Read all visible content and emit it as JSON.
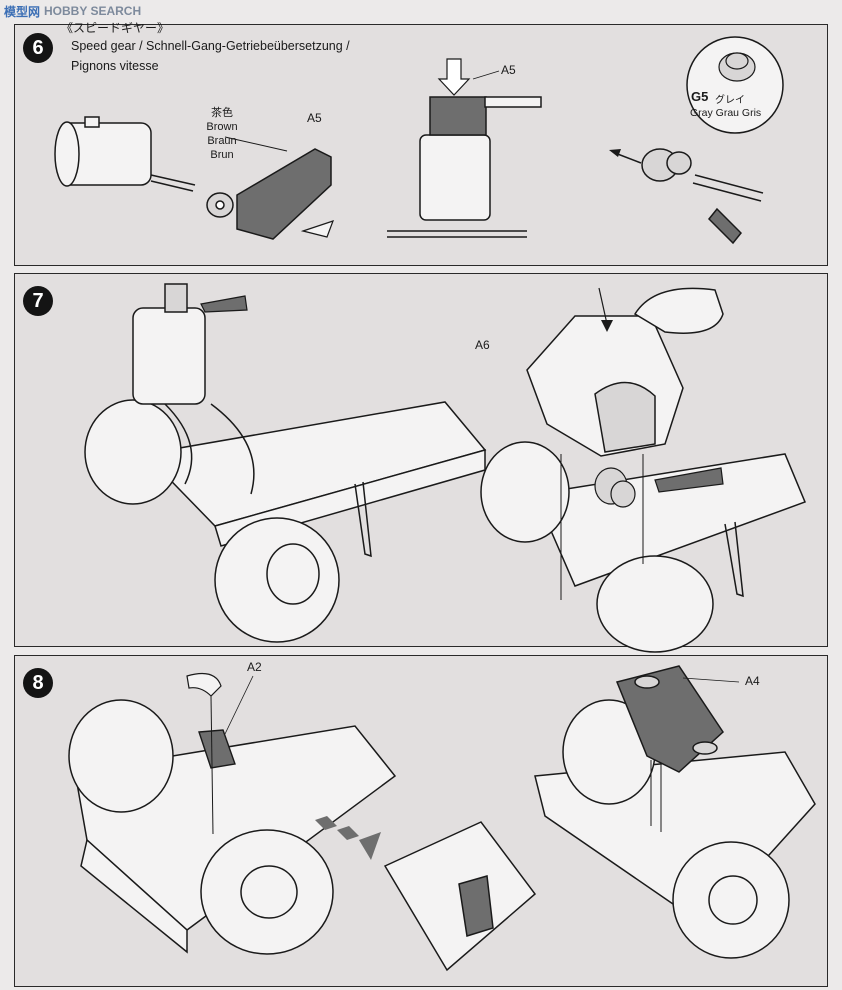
{
  "watermark": {
    "logo": "模型网",
    "site": "HOBBY SEARCH"
  },
  "step6": {
    "number": "6",
    "title_jp": "《スピードギヤー》",
    "title_line1": "Speed gear / Schnell-Gang-Getriebeübersetzung /",
    "title_line2": "Pignons vitesse",
    "pinion_color": {
      "jp": "茶色",
      "en": "Brown",
      "de": "Braun",
      "fr": "Brun"
    },
    "label_a5_left": "A5",
    "label_a5_center": "A5",
    "gear_part": "G5",
    "gear_jp": "グレイ",
    "gear_color": "Gray Grau Gris"
  },
  "step7": {
    "number": "7",
    "label_a6": "A6"
  },
  "step8": {
    "number": "8",
    "label_a2": "A2",
    "label_a4": "A4"
  },
  "colors": {
    "panel_bg": "#e2dfdf",
    "ink": "#1a1a1a",
    "part_gray": "#6e6e6e"
  }
}
